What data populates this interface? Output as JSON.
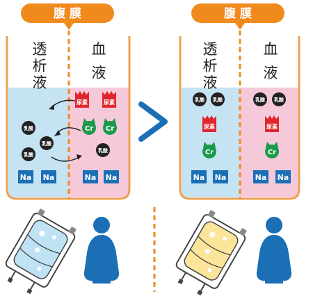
{
  "left_panel": {
    "banner": "腹 膜",
    "left_col_label": [
      "透",
      "析",
      "液"
    ],
    "right_col_label": [
      "血",
      "液"
    ],
    "lactate": "乳酸",
    "urea": "尿素",
    "creatinine": "Cr",
    "sodium": "Na"
  },
  "right_panel": {
    "banner": "腹 膜",
    "left_col_label": [
      "透",
      "析",
      "液"
    ],
    "right_col_label": [
      "血",
      "液"
    ],
    "lactate": "乳酸",
    "urea": "尿素",
    "creatinine": "Cr",
    "sodium": "Na"
  },
  "colors": {
    "banner": "#f08a1c",
    "membrane": "#f08a1c",
    "container_outline": "#f0a050",
    "dialysate_fill": "#c6e3f4",
    "blood_fill": "#f6c9da",
    "urea": "#e0262c",
    "creatinine": "#1a9a4a",
    "sodium": "#1a6fb5",
    "lactate": "#222222",
    "arrow": "#1a6fb5",
    "person": "#1a6fb5",
    "bag_fresh": "#bfe2f5",
    "bag_used": "#fbe59a"
  },
  "icons": {
    "transition_arrow": "chevron-right-icon",
    "person": "person-icon",
    "bag": "dialysis-bag-icon"
  }
}
